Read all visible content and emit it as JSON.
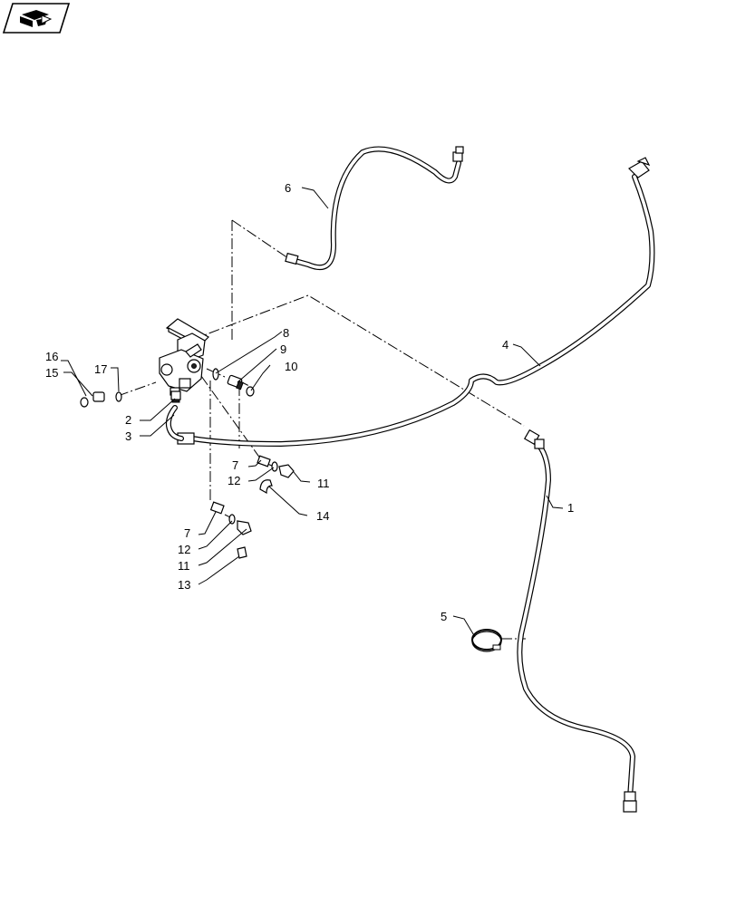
{
  "nav_icon": {
    "name": "previous-page-icon"
  },
  "callouts": [
    {
      "id": "c1",
      "text": "1"
    },
    {
      "id": "c2",
      "text": "2"
    },
    {
      "id": "c3",
      "text": "3"
    },
    {
      "id": "c4",
      "text": "4"
    },
    {
      "id": "c5",
      "text": "5"
    },
    {
      "id": "c6",
      "text": "6"
    },
    {
      "id": "c7a",
      "text": "7"
    },
    {
      "id": "c7b",
      "text": "7"
    },
    {
      "id": "c8",
      "text": "8"
    },
    {
      "id": "c9",
      "text": "9"
    },
    {
      "id": "c10",
      "text": "10"
    },
    {
      "id": "c11a",
      "text": "11"
    },
    {
      "id": "c11b",
      "text": "11"
    },
    {
      "id": "c12a",
      "text": "12"
    },
    {
      "id": "c12b",
      "text": "12"
    },
    {
      "id": "c13",
      "text": "13"
    },
    {
      "id": "c14",
      "text": "14"
    },
    {
      "id": "c15",
      "text": "15"
    },
    {
      "id": "c16",
      "text": "16"
    },
    {
      "id": "c17",
      "text": "17"
    }
  ]
}
